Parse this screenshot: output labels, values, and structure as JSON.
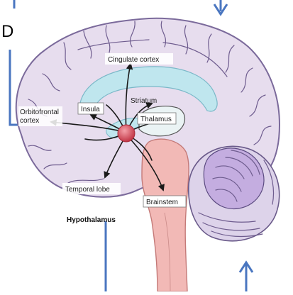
{
  "corner_letter": "D",
  "labels": {
    "cingulate": "Cingulate cortex",
    "orbitofrontal_1": "Orbitofrontal",
    "orbitofrontal_2": "cortex",
    "insula": "Insula",
    "striatum": "Striatum",
    "thalamus": "Thalamus",
    "temporal": "Temporal lobe",
    "brainstem": "Brainstem",
    "hypothalamus": "Hypothalamus"
  },
  "colors": {
    "cortex": "#e7ddee",
    "cortex_stroke": "#7b6a9b",
    "ventricle": "#bfe6ee",
    "hypothalamus_node": "#d84a5a",
    "brainstem": "#f2b9b6",
    "cerebellum": "#c4ade0",
    "annotation_blue": "#4a76c0"
  }
}
